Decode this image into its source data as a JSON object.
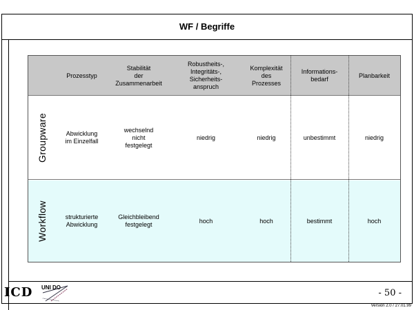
{
  "slide": {
    "title": "WF / Begriffe",
    "page_number": "- 50 -",
    "version": "Version 2.0 / 27.01.99",
    "logo": "ICD",
    "logo_sub": "UNI DO"
  },
  "table": {
    "headers": [
      "Prozesstyp",
      "Stabilität\nder\nZusammenarbeit",
      "Robustheits-,\nIntegritäts-,\nSicherheits-\nanspruch",
      "Komplexität\ndes\nProzesses",
      "Informations-\nbedarf",
      "Planbarkeit"
    ],
    "rows": [
      {
        "label": "Groupware",
        "cells": [
          "Abwicklung\nim Einzelfall",
          "wechselnd\nnicht\nfestgelegt",
          "niedrig",
          "niedrig",
          "unbestimmt",
          "niedrig"
        ]
      },
      {
        "label": "Workflow",
        "cells": [
          "strukturierte\nAbwicklung",
          "Gleichbleibend\nfestgelegt",
          "hoch",
          "hoch",
          "bestimmt",
          "hoch"
        ]
      }
    ]
  },
  "colors": {
    "header_bg": "#c8c8c8",
    "workflow_bg": "#e4fbfb"
  }
}
